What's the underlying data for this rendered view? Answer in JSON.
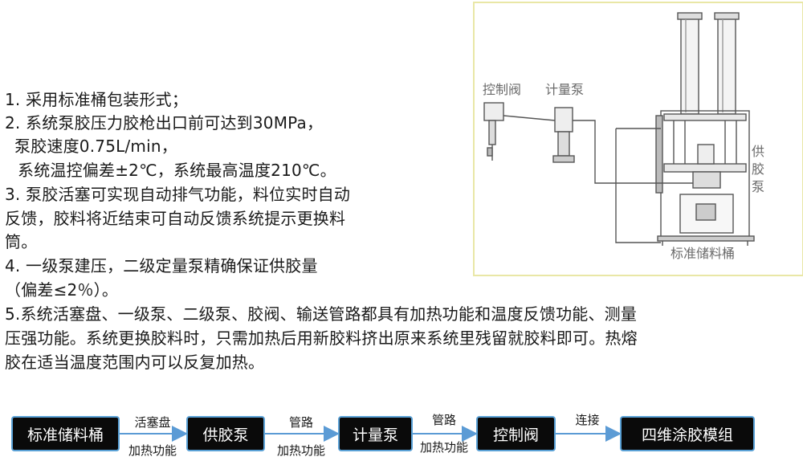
{
  "specs": {
    "l1": "1. 采用标准桶包装形式；",
    "l2": "2. 系统泵胶压力胶枪出口前可达到30MPa，",
    "l3": "泵胶速度0.75L/min，",
    "l4": "系统温控偏差±2℃，系统最高温度210℃。",
    "l5a": "3. 泵胶活塞可实现自动排气功能，料位实时自动",
    "l5b": "反馈，胶料将近结束可自动反馈系统提示更换料",
    "l5c": "筒。",
    "l6": "4. 一级泵建压，二级定量泵精确保证供胶量",
    "l7": "（偏差≤2％）。",
    "l8a": "5.系统活塞盘、一级泵、二级泵、胶阀、输送管路都具有加热功能和温度反馈功能、测量",
    "l8b": "压强功能。系统更换胶料时，只需加热后用新胶料挤出原来系统里残留就胶料即可。热熔",
    "l8c": "胶在适当温度范围内可以反复加热。"
  },
  "schematic": {
    "control_valve": "控制阀",
    "metering_pump": "计量泵",
    "supply_pump": "供胶泵",
    "standard_drum": "标准储料桶"
  },
  "flow": {
    "nodes": [
      "标准储料桶",
      "供胶泵",
      "计量泵",
      "控制阀",
      "四维涂胶模组"
    ],
    "edges": [
      {
        "top": "活塞盘",
        "bottom": "加热功能"
      },
      {
        "top": "管路",
        "bottom": "加热功能"
      },
      {
        "top": "管路",
        "bottom": "加热功能"
      },
      {
        "top": "连接",
        "bottom": ""
      }
    ],
    "colors": {
      "node_fill": "#0a0a0a",
      "node_border": "#5aa1d6",
      "arrow": "#5b9bd5"
    }
  }
}
